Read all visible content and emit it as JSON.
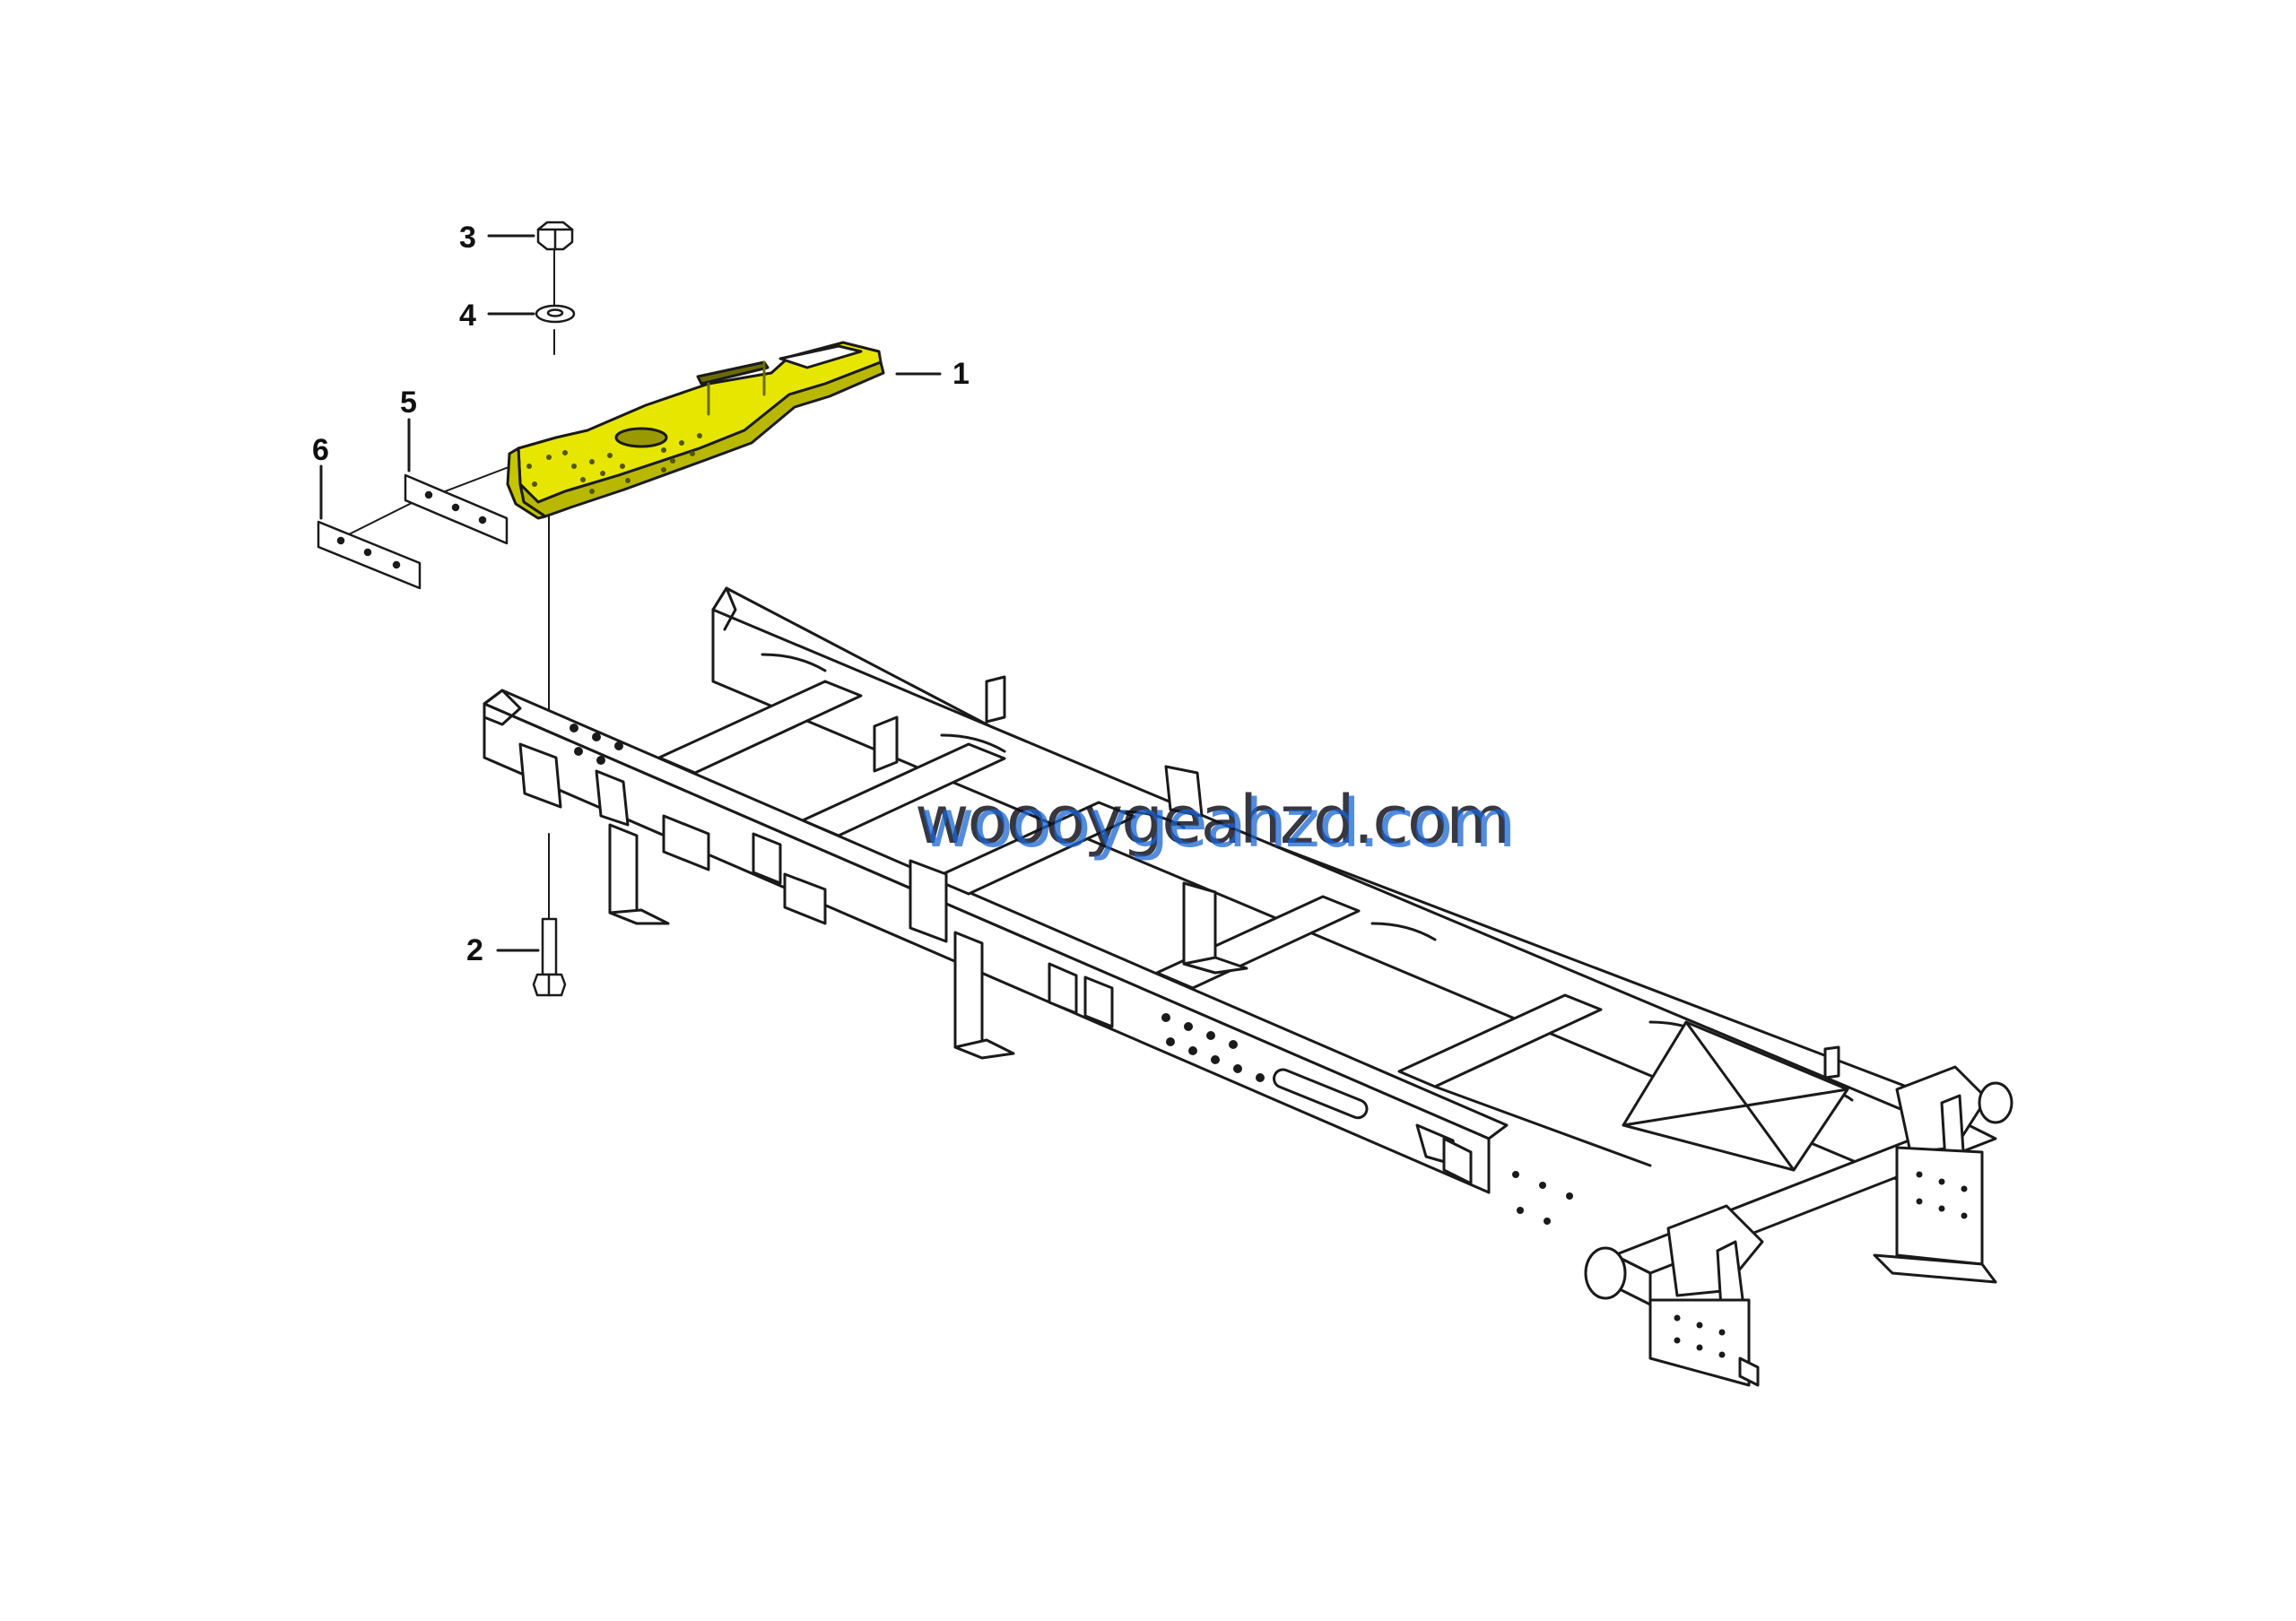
{
  "callouts": {
    "c1": "1",
    "c2": "2",
    "c3": "3",
    "c4": "4",
    "c5": "5",
    "c6": "6"
  },
  "watermark": "woooygeahzd.com",
  "colors": {
    "highlight_part": "#e6e600",
    "highlight_shade": "#b8b800",
    "line": "#1a1a1a",
    "watermark_blue": "#1e64d2"
  }
}
